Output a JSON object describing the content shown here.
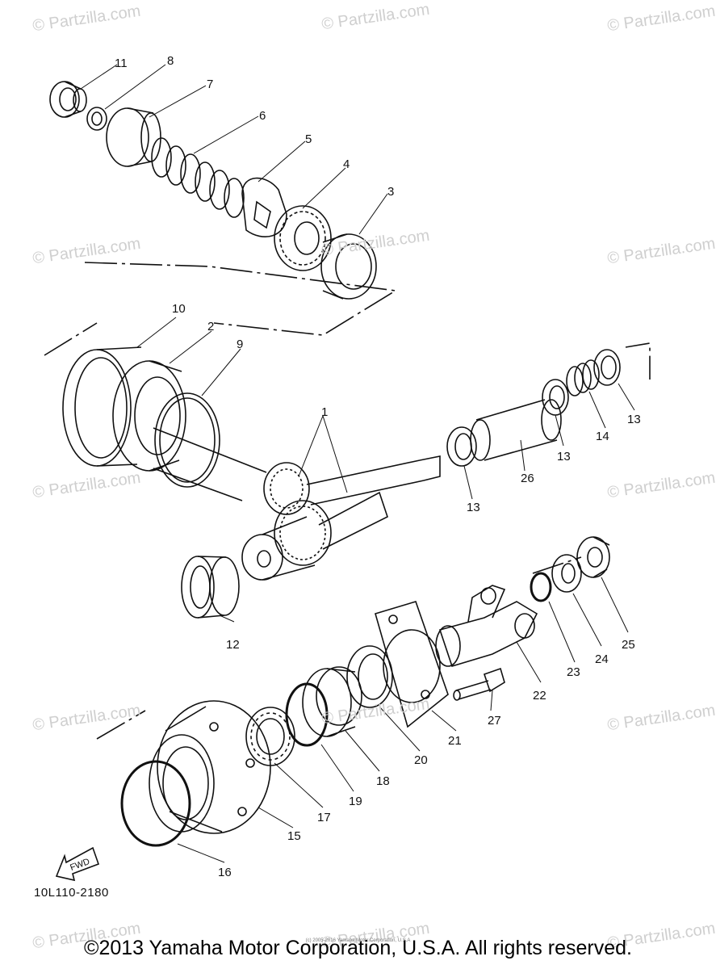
{
  "watermark": "© Partzilla.com",
  "diagram_code": "10L110-2180",
  "copyright_text": "©2013 Yamaha Motor Corporation, U.S.A. All rights reserved.",
  "tiny_copyright": "(c) 2005-2016 Yamaha Motor Corporation, U.S.A",
  "fwd_label": "FWD",
  "part_labels": [
    "1",
    "2",
    "3",
    "4",
    "5",
    "6",
    "7",
    "8",
    "9",
    "10",
    "11",
    "12",
    "13",
    "13",
    "13",
    "14",
    "15",
    "16",
    "17",
    "18",
    "19",
    "20",
    "21",
    "22",
    "23",
    "24",
    "25",
    "26",
    "27"
  ]
}
